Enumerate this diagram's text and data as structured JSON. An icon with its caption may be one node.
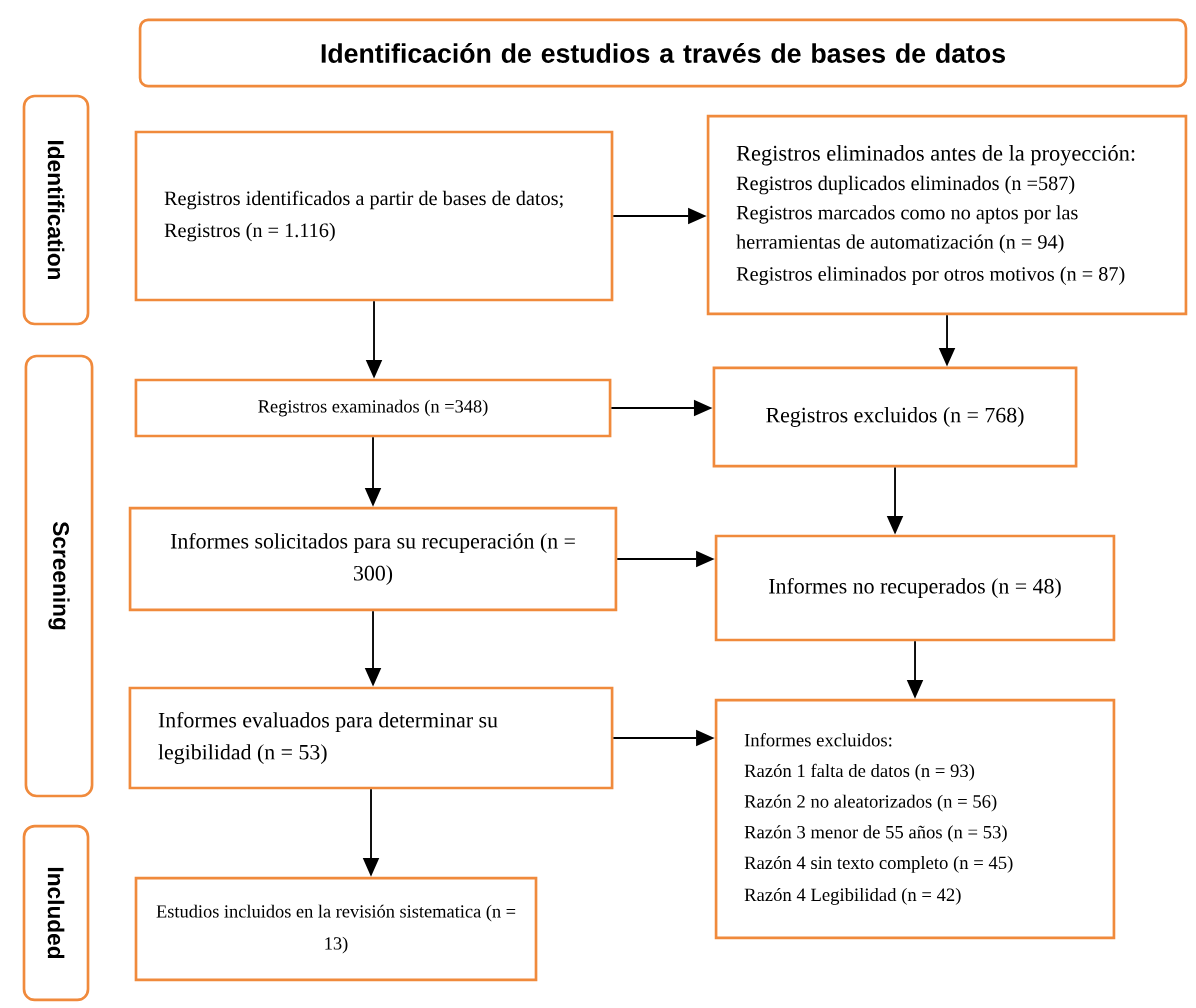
{
  "diagram": {
    "nodes": [
      {
        "text": [
          "Identificación de estudios a través de bases de datos"
        ]
      },
      {
        "text": [
          "Identification"
        ]
      },
      {
        "text": [
          "Screening"
        ]
      },
      {
        "text": [
          "Included"
        ]
      },
      {
        "text": [
          "Registros identificados a partir de bases de datos; Registros (n = 1.116)"
        ]
      },
      {
        "text": [
          "Registros eliminados antes de la proyección:",
          "Registros duplicados eliminados (n =587)",
          "Registros marcados como no aptos por las herramientas de automatización (n = 94)",
          "Registros eliminados por otros motivos (n = 87)"
        ]
      },
      {
        "text": [
          "Registros examinados (n =348)"
        ]
      },
      {
        "text": [
          "Registros excluidos (n = 768)"
        ]
      },
      {
        "text": [
          "Informes solicitados para su recuperación (n = 300)"
        ]
      },
      {
        "text": [
          "Informes no recuperados  (n = 48)"
        ]
      },
      {
        "text": [
          "Informes evaluados para determinar su legibilidad (n = 53)"
        ]
      },
      {
        "text": [
          "Informes excluidos:",
          "Razón 1 falta de datos (n = 93)",
          "Razón 2 no aleatorizados (n = 56)",
          "Razón 3 menor de 55 años (n = 53)",
          "Razón 4 sin texto completo (n = 45)",
          "Razón 4 Legibilidad (n = 42)"
        ]
      },
      {
        "text": [
          "Estudios incluidos en la revisión sistematica (n = 13)"
        ]
      }
    ],
    "edges": [
      {
        "from": 4,
        "to": 5,
        "arrow": "to"
      },
      {
        "from": 4,
        "to": 6,
        "arrow": "to"
      },
      {
        "from": 5,
        "to": 7,
        "arrow": "to"
      },
      {
        "from": 6,
        "to": 7,
        "arrow": "to"
      },
      {
        "from": 6,
        "to": 8,
        "arrow": "to"
      },
      {
        "from": 7,
        "to": 9,
        "arrow": "to"
      },
      {
        "from": 8,
        "to": 9,
        "arrow": "to"
      },
      {
        "from": 8,
        "to": 10,
        "arrow": "to"
      },
      {
        "from": 9,
        "to": 11,
        "arrow": "to"
      },
      {
        "from": 10,
        "to": 11,
        "arrow": "to"
      },
      {
        "from": 10,
        "to": 12,
        "arrow": "to"
      }
    ]
  }
}
